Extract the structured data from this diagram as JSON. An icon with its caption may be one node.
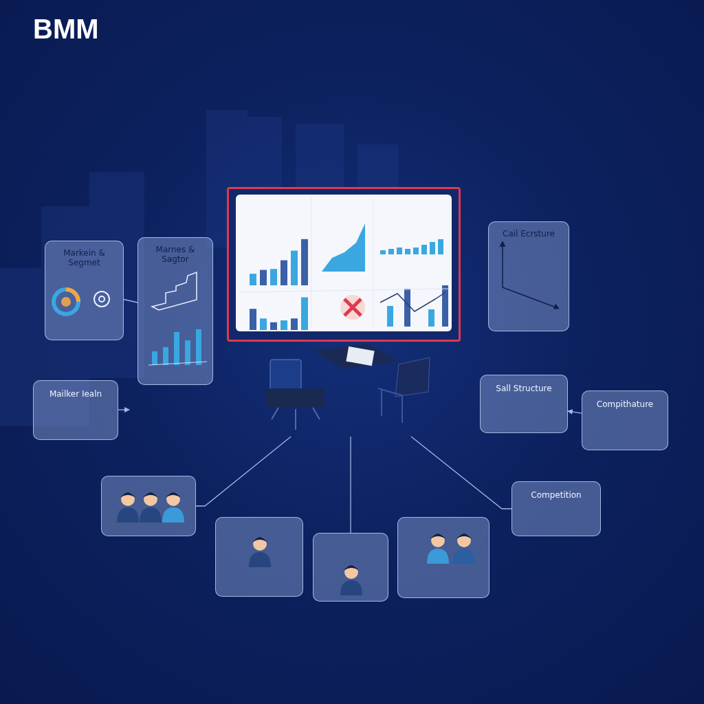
{
  "diagram": {
    "title": "BMM",
    "nodes": [
      {
        "text": [],
        "shape": "picture"
      },
      {
        "text": [
          "Markein & Segmet"
        ]
      },
      {
        "text": [
          "Marnes & Sagtor"
        ]
      },
      {
        "text": [
          "Mailker Iealn"
        ]
      },
      {
        "text": [
          "Cail Ecrsture"
        ]
      },
      {
        "text": [
          "Sall Structure"
        ]
      },
      {
        "text": [
          "Compithature"
        ]
      },
      {
        "text": [],
        "shape": "picture"
      },
      {
        "text": [],
        "shape": "picture"
      },
      {
        "text": [],
        "shape": "picture"
      },
      {
        "text": [],
        "shape": "picture"
      },
      {
        "text": [
          "Competition"
        ]
      },
      {
        "text": [],
        "shape": "picture"
      }
    ],
    "edges": [
      {
        "from": 1,
        "to": 2,
        "arrow": "none"
      },
      {
        "from": 3,
        "to": null,
        "arrow": "to"
      },
      {
        "from": 6,
        "to": 5,
        "arrow": "to"
      },
      {
        "from": 12,
        "to": 7,
        "arrow": "none"
      },
      {
        "from": 12,
        "to": 9,
        "arrow": "none"
      },
      {
        "from": 12,
        "to": 11,
        "arrow": "none"
      }
    ]
  }
}
